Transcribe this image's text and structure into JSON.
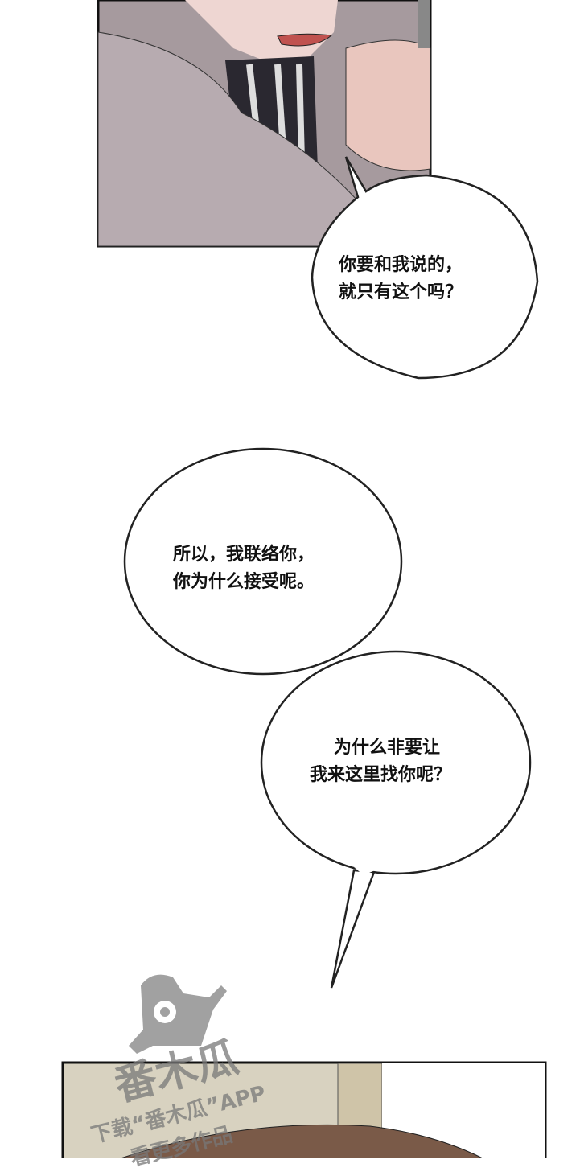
{
  "panels": [
    {
      "name": "top-panel",
      "description_colors": {
        "bg": "#a89a9d",
        "skin": "#e9cfc8"
      }
    },
    {
      "name": "bottom-panel",
      "description_colors": {
        "bg": "#d9d3c1",
        "hair": "#7a5a48"
      }
    }
  ],
  "bubbles": [
    {
      "lines": [
        "你要和我说的，",
        "就只有这个吗？"
      ]
    },
    {
      "lines": [
        "所以，我联络你，",
        "你为什么接受呢。"
      ]
    },
    {
      "lines": [
        "为什么非要让",
        "我来这里找你呢？"
      ]
    }
  ],
  "watermark": {
    "logo_text": "番木瓜",
    "line1": "下载“番木瓜”APP",
    "line2": "看更多作品"
  }
}
